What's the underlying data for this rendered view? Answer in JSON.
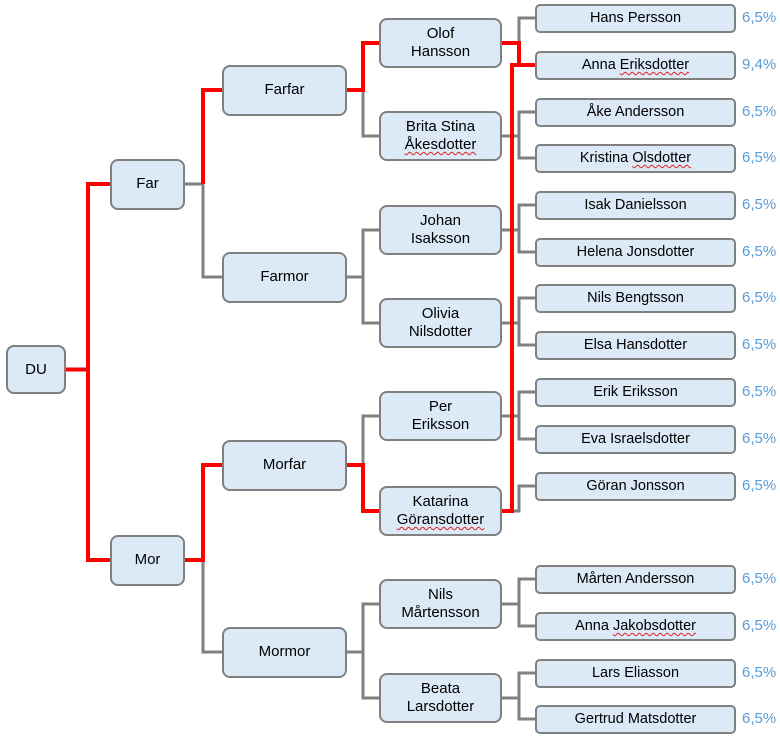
{
  "root": {
    "label": "DU"
  },
  "parents": [
    {
      "key": "far",
      "label": "Far"
    },
    {
      "key": "mor",
      "label": "Mor"
    }
  ],
  "grandparents": [
    {
      "key": "farfar",
      "label": "Farfar"
    },
    {
      "key": "farmor",
      "label": "Farmor"
    },
    {
      "key": "morfar",
      "label": "Morfar"
    },
    {
      "key": "mormor",
      "label": "Mormor"
    }
  ],
  "great_grandparents": [
    {
      "line1": "Olof",
      "line2": "Hansson",
      "spell": false
    },
    {
      "line1": "Brita Stina",
      "line2": "Åkesdotter",
      "spell": true
    },
    {
      "line1": "Johan",
      "line2": "Isaksson",
      "spell": false
    },
    {
      "line1": "Olivia",
      "line2": "Nilsdotter",
      "spell": false
    },
    {
      "line1": "Per",
      "line2": "Eriksson",
      "spell": false
    },
    {
      "line1": "Katarina",
      "line2": "Göransdotter",
      "spell": true
    },
    {
      "line1": "Nils",
      "line2": "Mårtensson",
      "spell": false
    },
    {
      "line1": "Beata",
      "line2": "Larsdotter",
      "spell": false
    }
  ],
  "great_great_grandparents": [
    {
      "name": "Hans Persson",
      "percent": "6,5%",
      "parent": 0,
      "spell_word": ""
    },
    {
      "name": "Anna Eriksdotter",
      "percent": "9,4%",
      "parent": 0,
      "spell_word": "Eriksdotter"
    },
    {
      "name": "Åke Andersson",
      "percent": "6,5%",
      "parent": 1,
      "spell_word": ""
    },
    {
      "name": "Kristina Olsdotter",
      "percent": "6,5%",
      "parent": 1,
      "spell_word": "Olsdotter"
    },
    {
      "name": "Isak Danielsson",
      "percent": "6,5%",
      "parent": 2,
      "spell_word": ""
    },
    {
      "name": "Helena Jonsdotter",
      "percent": "6,5%",
      "parent": 2,
      "spell_word": ""
    },
    {
      "name": "Nils Bengtsson",
      "percent": "6,5%",
      "parent": 3,
      "spell_word": ""
    },
    {
      "name": "Elsa Hansdotter",
      "percent": "6,5%",
      "parent": 3,
      "spell_word": ""
    },
    {
      "name": "Erik Eriksson",
      "percent": "6,5%",
      "parent": 4,
      "spell_word": ""
    },
    {
      "name": "Eva Israelsdotter",
      "percent": "6,5%",
      "parent": 4,
      "spell_word": ""
    },
    {
      "name": "Göran Jonsson",
      "percent": "6,5%",
      "parent": 5,
      "spell_word": ""
    },
    {
      "name": "Mårten Andersson",
      "percent": "6,5%",
      "parent": 6,
      "spell_word": ""
    },
    {
      "name": "Anna Jakobsdotter",
      "percent": "6,5%",
      "parent": 6,
      "spell_word": "Jakobsdotter"
    },
    {
      "name": "Lars Eliasson",
      "percent": "6,5%",
      "parent": 7,
      "spell_word": ""
    },
    {
      "name": "Gertrud Matsdotter",
      "percent": "6,5%",
      "parent": 7,
      "spell_word": ""
    }
  ],
  "highlight_path": {
    "description": "Red lineage: DU → Far → Farfar → Olof Hansson → Anna Eriksdotter; DU → Mor → Morfar → Katarina Göransdotter → Anna Eriksdotter",
    "color": "#ff0000"
  },
  "colors": {
    "box_fill": "#dce9f7",
    "box_border": "#808080",
    "line_normal": "#808080",
    "line_highlight": "#ff0000",
    "percent_text": "#5b9bd5"
  }
}
